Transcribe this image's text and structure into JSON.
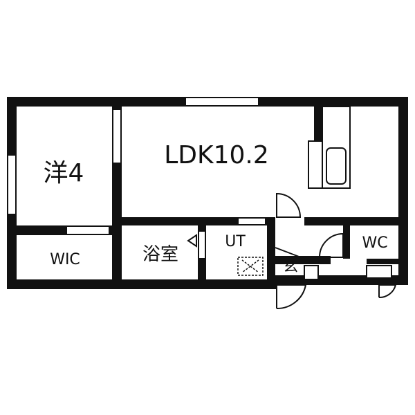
{
  "rooms": {
    "bedroom": "洋4",
    "ldk": "LDK10.2",
    "wic": "WIC",
    "bath": "浴室",
    "utility": "UT",
    "entrance": "玄",
    "toilet": "WC"
  },
  "colors": {
    "wall": "#111111",
    "background": "#ffffff"
  }
}
